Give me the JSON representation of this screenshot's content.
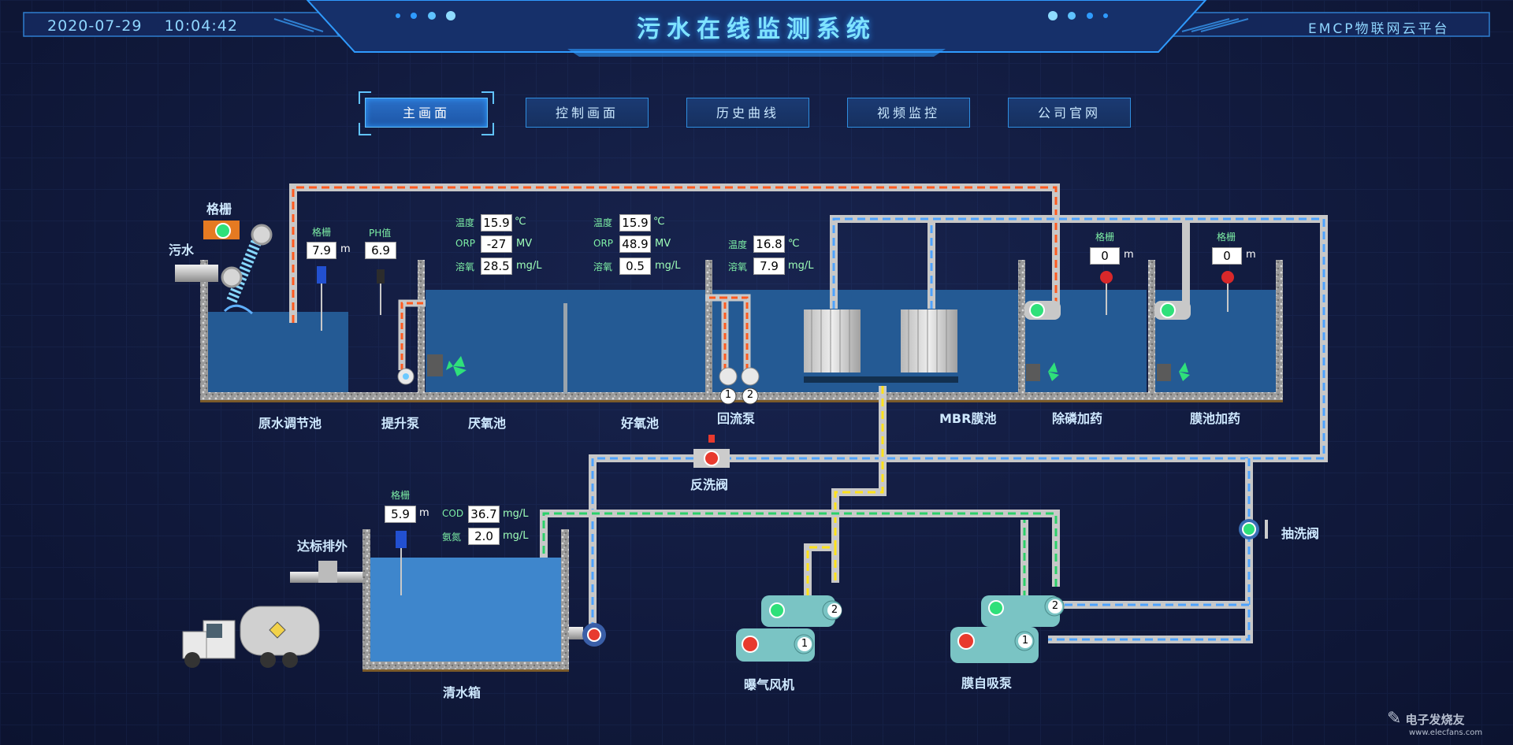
{
  "header": {
    "datetime": "2020-07-29    10:04:42",
    "title": "污水在线监测系统",
    "platform": "EMCP物联网云平台"
  },
  "nav": [
    {
      "label": "主画面",
      "active": true
    },
    {
      "label": "控制画面",
      "active": false
    },
    {
      "label": "历史曲线",
      "active": false
    },
    {
      "label": "视频监控",
      "active": false
    },
    {
      "label": "公司官网",
      "active": false
    }
  ],
  "inlet": {
    "grille_label": "格栅",
    "sewage_label": "污水"
  },
  "raw_tank": {
    "name": "原水调节池",
    "grille_label": "格栅",
    "grille_value": "7.9",
    "grille_unit": "m",
    "ph_label": "PH值",
    "ph_value": "6.9"
  },
  "lift_pump": {
    "name": "提升泵"
  },
  "anoxic": {
    "name": "厌氧池",
    "temp_label": "温度",
    "temp_value": "15.9",
    "temp_unit": "℃",
    "orp_label": "ORP",
    "orp_value": "-27",
    "orp_unit": "MV",
    "do_label": "溶氧",
    "do_value": "28.5",
    "do_unit": "mg/L"
  },
  "aerobic": {
    "name": "好氧池",
    "temp_label": "温度",
    "temp_value": "15.9",
    "temp_unit": "℃",
    "orp_label": "ORP",
    "orp_value": "48.9",
    "orp_unit": "MV",
    "do_label": "溶氧",
    "do_value": "0.5",
    "do_unit": "mg/L"
  },
  "return_pump": {
    "name": "回流泵",
    "temp_label": "温度",
    "temp_value": "16.8",
    "temp_unit": "℃",
    "do_label": "溶氧",
    "do_value": "7.9",
    "do_unit": "mg/L",
    "pump1": "1",
    "pump2": "2"
  },
  "mbr": {
    "name": "MBR膜池"
  },
  "phos": {
    "name": "除磷加药",
    "grille_label": "格栅",
    "grille_value": "0",
    "grille_unit": "m"
  },
  "membrane_dose": {
    "name": "膜池加药",
    "grille_label": "格栅",
    "grille_value": "0",
    "grille_unit": "m"
  },
  "backwash_valve": {
    "name": "反洗阀"
  },
  "pump_wash_valve": {
    "name": "抽洗阀"
  },
  "clear_tank": {
    "name": "清水箱",
    "grille_label": "格栅",
    "grille_value": "5.9",
    "grille_unit": "m",
    "cod_label": "COD",
    "cod_value": "36.7",
    "cod_unit": "mg/L",
    "nh_label": "氨氮",
    "nh_value": "2.0",
    "nh_unit": "mg/L"
  },
  "discharge": {
    "name": "达标排外"
  },
  "blower": {
    "name": "曝气风机",
    "unit1": "1",
    "unit2": "2"
  },
  "suction_pump": {
    "name": "膜自吸泵",
    "unit1": "1",
    "unit2": "2"
  },
  "watermark": {
    "text": "电子发烧友",
    "url": "www.elecfans.com"
  },
  "colors": {
    "accent": "#2f9bff",
    "water": "#245a94",
    "water_clear": "#3e86cc",
    "pipe_red": "#ff5a1f",
    "pipe_blue": "#4ea3ff",
    "pipe_green": "#2bd16a",
    "pipe_yellow": "#ffe21a",
    "status_green": "#2fe07a",
    "status_red": "#e83a2e"
  }
}
